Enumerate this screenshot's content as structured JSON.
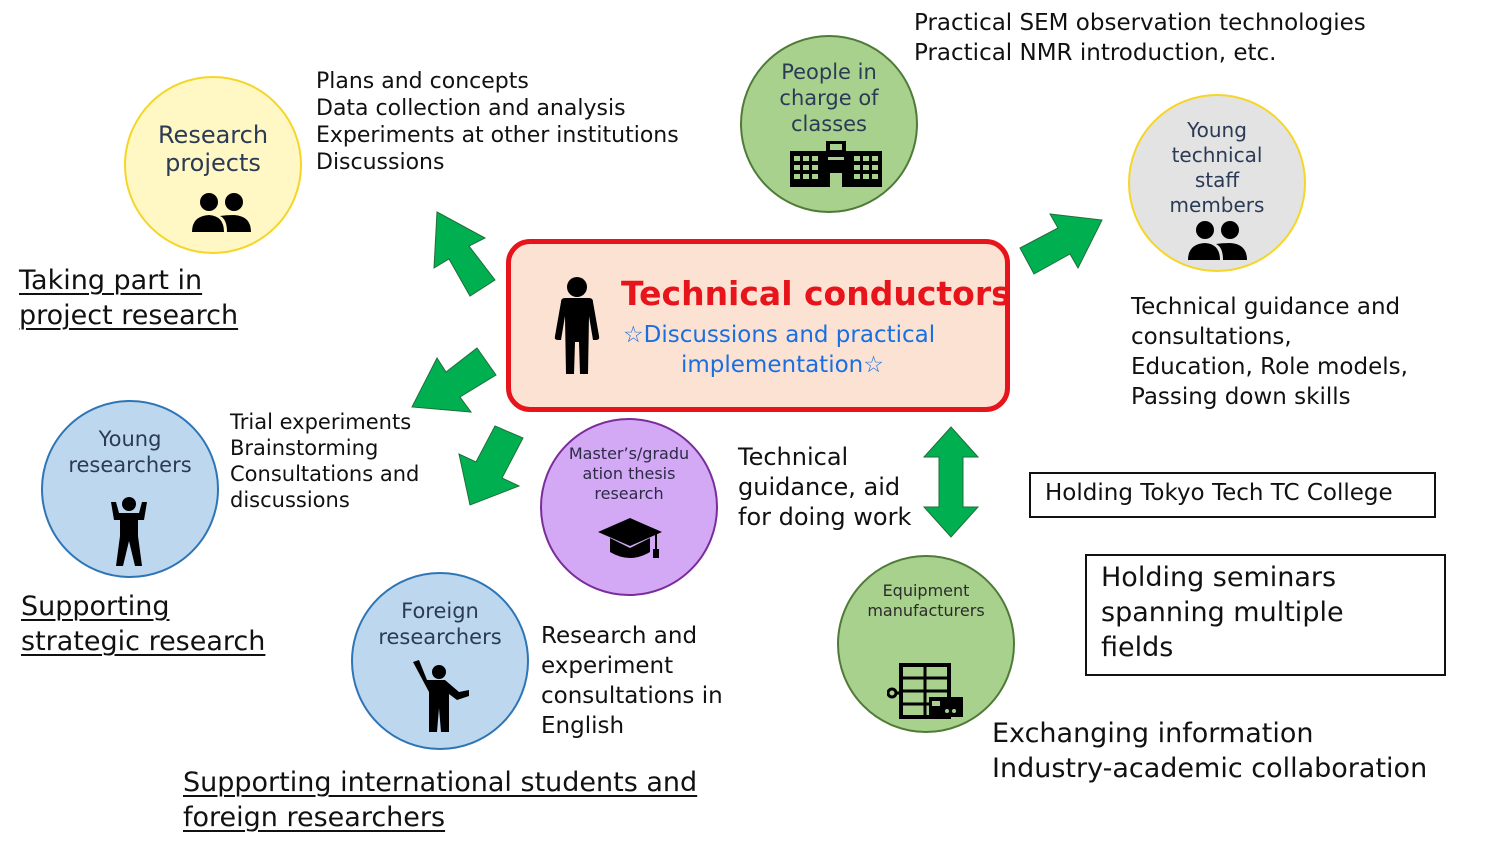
{
  "center": {
    "title": "Technical conductors",
    "subtitle_line1": "☆Discussions and practical",
    "subtitle_line2": "implementation☆",
    "title_color": "#e8141b",
    "subtitle_color": "#1a6fe0",
    "fill_color": "#fbe2d3",
    "border_color": "#e8141b"
  },
  "nodes": {
    "research_projects": {
      "line1": "Research",
      "line2": "projects",
      "fill": "#fff7c4",
      "stroke": "#f5d628",
      "icon": "people-icon"
    },
    "people_classes": {
      "line1": "People in",
      "line2": "charge of",
      "line3": "classes",
      "fill": "#a9d18e",
      "stroke": "#4f7a37",
      "icon": "school-building-icon"
    },
    "young_staff": {
      "line1": "Young",
      "line2": "technical",
      "line3": "staff",
      "line4": "members",
      "fill": "#e3e3e3",
      "stroke": "#f5d628",
      "icon": "people-icon"
    },
    "young_researchers": {
      "line1": "Young",
      "line2": "researchers",
      "fill": "#bdd7ee",
      "stroke": "#2e75b6",
      "icon": "person-cheering-icon"
    },
    "thesis": {
      "line1": "Master’s/gradu",
      "line2": "ation thesis",
      "line3": "research",
      "fill": "#d3a9f6",
      "stroke": "#7b2c9b",
      "icon": "graduation-cap-icon"
    },
    "foreign": {
      "line1": "Foreign",
      "line2": "researchers",
      "fill": "#bdd7ee",
      "stroke": "#2e75b6",
      "icon": "person-waving-icon"
    },
    "equipment": {
      "line1": "Equipment",
      "line2": "manufacturers",
      "fill": "#a9d18e",
      "stroke": "#4f7a37",
      "icon": "equipment-icon"
    }
  },
  "texts": {
    "sem": [
      "Practical SEM observation technologies",
      "Practical NMR introduction, etc."
    ],
    "plans": [
      "Plans and concepts",
      "Data collection and analysis",
      "Experiments at other institutions",
      "Discussions"
    ],
    "guidance": [
      "Technical guidance and",
      "consultations,",
      "Education, Role models,",
      "Passing down skills"
    ],
    "trial": [
      "Trial experiments",
      "Brainstorming",
      "Consultations and",
      "discussions"
    ],
    "aid": [
      "Technical",
      "guidance, aid",
      "for doing work"
    ],
    "english": [
      "Research and",
      "experiment",
      "consultations in",
      "English"
    ],
    "exchange": [
      "Exchanging information",
      "Industry-academic collaboration"
    ]
  },
  "headings": {
    "project": [
      "Taking part in",
      "project research"
    ],
    "strategic": [
      "Supporting",
      "strategic research"
    ],
    "international": [
      "Supporting international students and",
      "foreign researchers"
    ]
  },
  "boxes": {
    "tc_college": "Holding Tokyo Tech TC College",
    "seminars": [
      "Holding seminars",
      "spanning multiple",
      "fields"
    ]
  },
  "arrow_color": "#00b050"
}
